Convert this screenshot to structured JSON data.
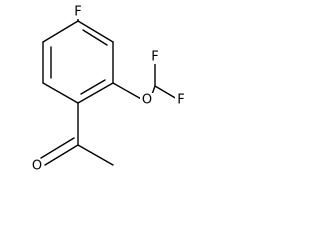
{
  "molecule": {
    "atoms": {
      "fluoro_ring": "F",
      "ether_oxygen": "O",
      "difluoro_f_top": "F",
      "difluoro_f_right": "F",
      "carbonyl_oxygen": "O"
    }
  }
}
